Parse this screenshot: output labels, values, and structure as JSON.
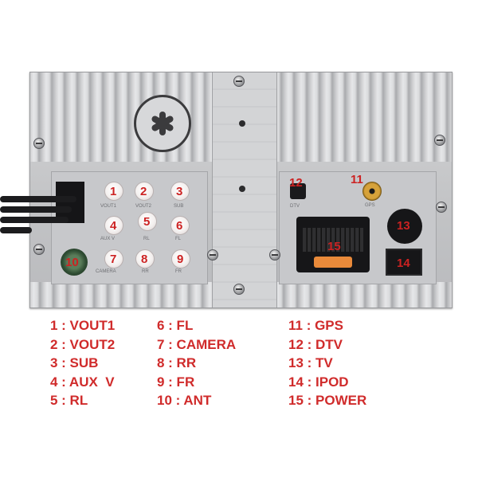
{
  "panel": {
    "markers": [
      "1",
      "2",
      "3",
      "4",
      "5",
      "6",
      "7",
      "8",
      "9",
      "10",
      "11",
      "12",
      "13",
      "14",
      "15"
    ],
    "small_labels": {
      "vout1": "VOUT1",
      "vout2": "VOUT2",
      "sub": "SUB",
      "aux": "AUX V",
      "rl": "RL",
      "fl": "FL",
      "camera": "CAMERA",
      "rr": "RR",
      "fr": "FR",
      "dtv": "DTV",
      "gps": "GPS"
    }
  },
  "legend": {
    "items": [
      "1 : VOUT1",
      "2 : VOUT2",
      "3 : SUB",
      "4 : AUX  V",
      "5 : RL",
      "6 : FL",
      "7 : CAMERA",
      "8 : RR",
      "9 : FR",
      "10 : ANT",
      "11 : GPS",
      "12 : DTV",
      "13 : TV",
      "14 : IPOD",
      "15 : POWER"
    ]
  },
  "colors": {
    "label_red": "#d02b2b",
    "chassis": "#c7c8cb",
    "connector_black": "#161618"
  }
}
